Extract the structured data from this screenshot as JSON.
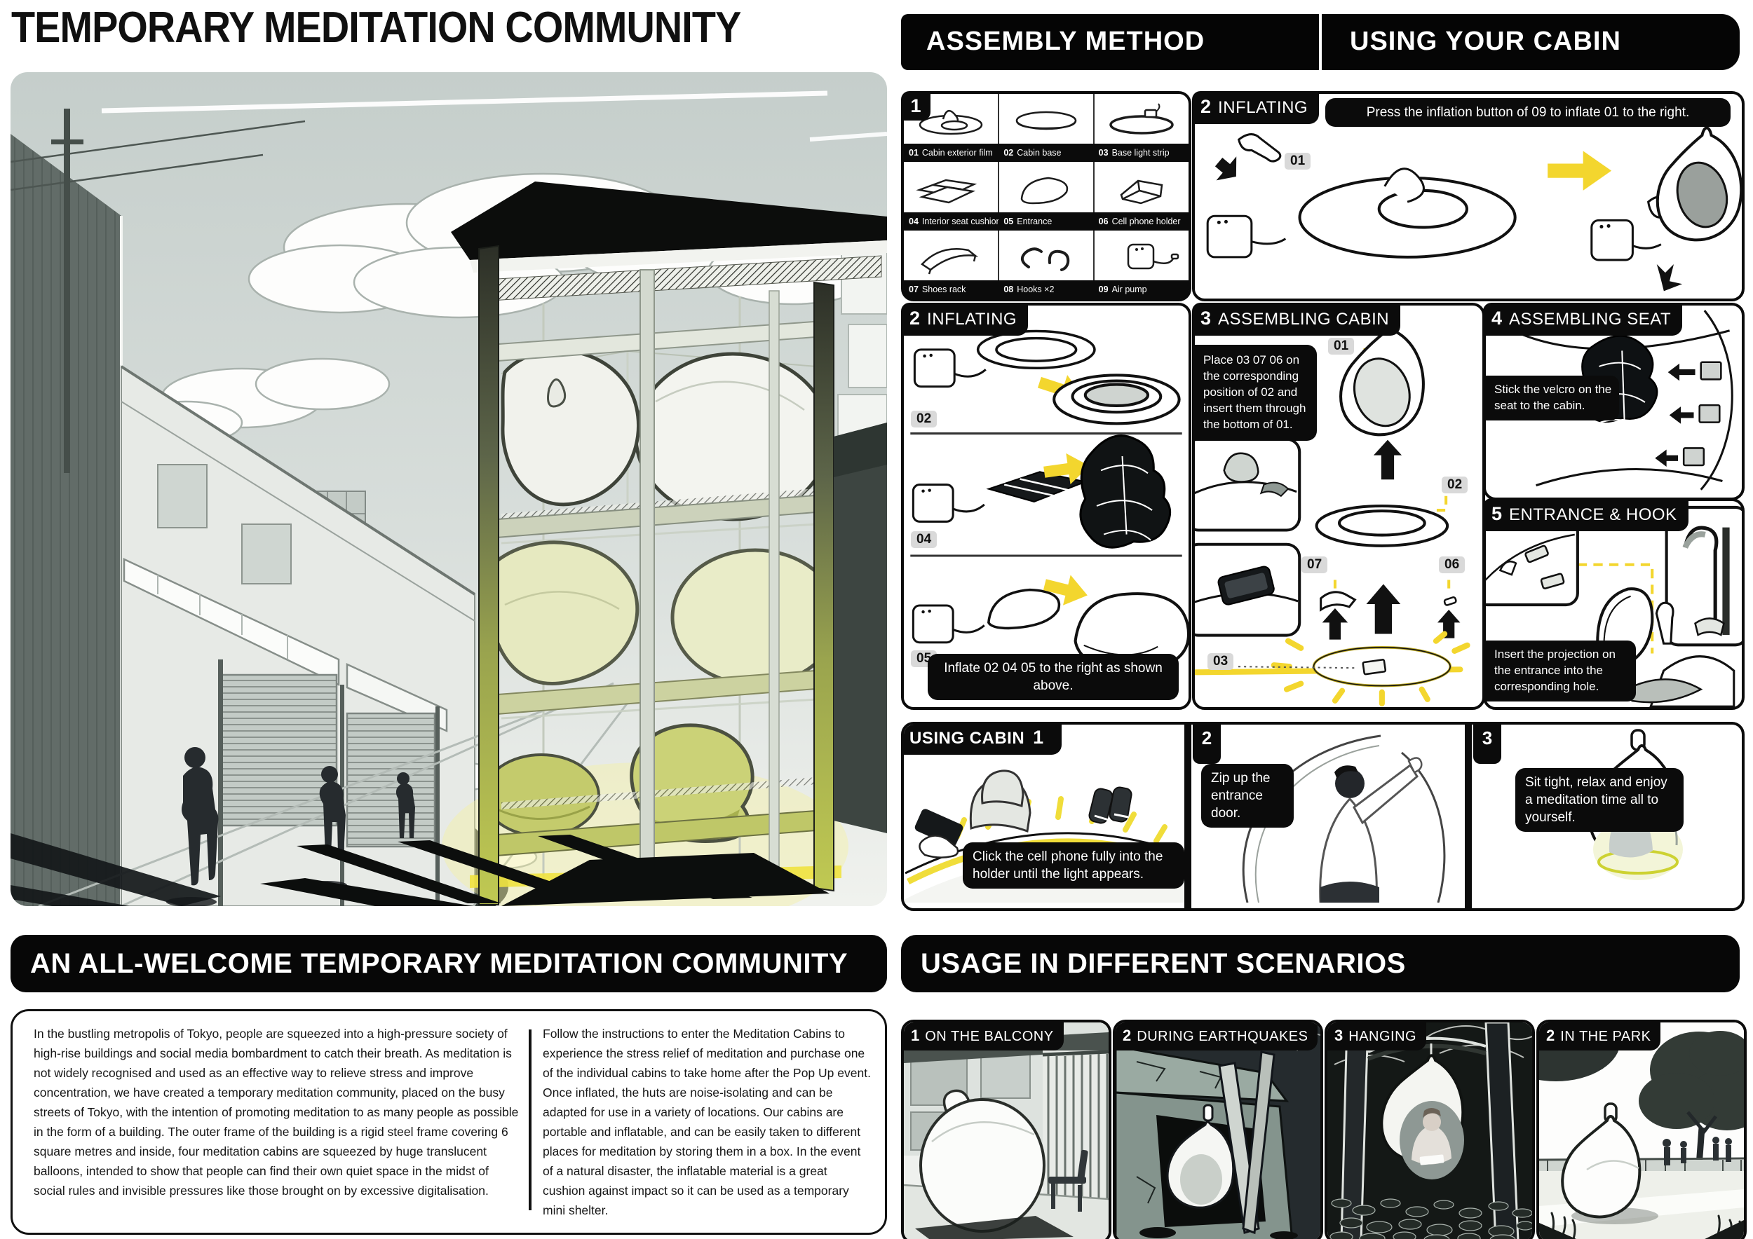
{
  "page": {
    "title": "TEMPORARY MEDITATION COMMUNITY"
  },
  "right_header": {
    "left": "ASSEMBLY METHOD",
    "right": "USING YOUR CABIN"
  },
  "parts": {
    "step": "1",
    "items": [
      {
        "num": "01",
        "label": "Cabin exterior film"
      },
      {
        "num": "02",
        "label": "Cabin base"
      },
      {
        "num": "03",
        "label": "Base light strip"
      },
      {
        "num": "04",
        "label": "Interior seat cushion"
      },
      {
        "num": "05",
        "label": "Entrance"
      },
      {
        "num": "06",
        "label": "Cell phone holder"
      },
      {
        "num": "07",
        "label": "Shoes rack"
      },
      {
        "num": "08",
        "label": "Hooks ×2"
      },
      {
        "num": "09",
        "label": "Air pump"
      }
    ]
  },
  "inflate_main": {
    "step": "2",
    "title": "INFLATING",
    "caption": "Press the inflation button of 09 to inflate 01 to the right.",
    "tag": "01"
  },
  "inflate_parts": {
    "step": "2",
    "title": "INFLATING",
    "tags": [
      "02",
      "04",
      "05"
    ],
    "caption": "Inflate 02 04 05 to the right as shown above."
  },
  "assemble_cabin": {
    "step": "3",
    "title": "ASSEMBLING CABIN",
    "instruction": "Place 03 07 06 on the corresponding position of 02 and insert them through the bottom of 01.",
    "tags": {
      "t01": "01",
      "t02": "02",
      "t03": "03",
      "t06": "06",
      "t07": "07"
    }
  },
  "assemble_seat": {
    "step": "4",
    "title": "ASSEMBLING SEAT",
    "instruction": "Stick the velcro on the seat to the cabin."
  },
  "entrance_hook": {
    "step": "5",
    "title": "ENTRANCE & HOOK",
    "instruction": "Insert the projection on the entrance into the corresponding hole."
  },
  "using_cabin": {
    "title": "USING CABIN",
    "steps": [
      {
        "num": "1",
        "caption": "Click the cell phone fully into the holder until the light appears."
      },
      {
        "num": "2",
        "caption": "Zip up the entrance door."
      },
      {
        "num": "3",
        "caption": "Sit tight, relax and enjoy a meditation time all to yourself."
      }
    ]
  },
  "community": {
    "header": "AN ALL-WELCOME TEMPORARY MEDITATION COMMUNITY",
    "col1": "In the bustling metropolis of Tokyo, people are squeezed into a high-pressure society of high-rise buildings and social media bombardment to catch their breath. As meditation is not widely recognised and used as an effective way to relieve stress and improve concentration, we have created a temporary meditation community, placed on the busy streets of Tokyo, with the intention of promoting meditation to as many people as possible in the form of a building. The outer frame of the building is a rigid steel frame covering 6 square metres and inside, four meditation cabins are squeezed by huge translucent balloons, intended to show that people can find their own quiet space in the midst of social rules and invisible pressures like those brought on by excessive digitalisation.",
    "col2": "Follow the instructions to enter the Meditation Cabins to experience the stress relief of meditation and purchase one of the individual cabins to take home after the Pop Up event. Once inflated, the huts are noise-isolating and can be adapted for use in a variety of locations. Our cabins are portable and inflatable, and can be easily taken to different places for meditation by storing them in a box. In the event of a natural disaster, the inflatable material is a great cushion against impact so it can be used as a temporary mini shelter."
  },
  "scenarios": {
    "header": "USAGE IN DIFFERENT SCENARIOS",
    "panels": [
      {
        "num": "1",
        "label": "ON THE BALCONY"
      },
      {
        "num": "2",
        "label": "DURING EARTHQUAKES"
      },
      {
        "num": "3",
        "label": "HANGING"
      },
      {
        "num": "2",
        "label": "IN THE PARK"
      }
    ]
  },
  "colors": {
    "accent_yellow": "#f3d62e",
    "pod_green": "#c5cc6b",
    "ink": "#0b0b0b"
  }
}
